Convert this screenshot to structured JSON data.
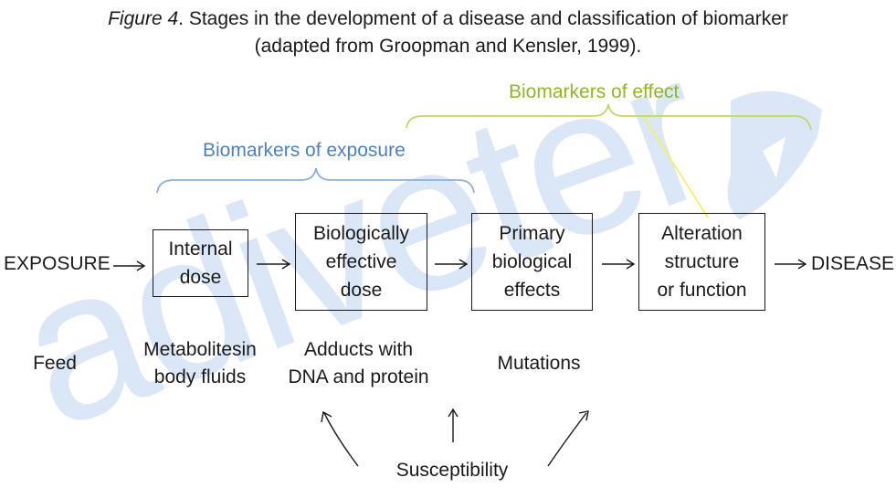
{
  "caption": {
    "figure_label": "Figure 4",
    "line1_rest": ". Stages in the development of a disease and classification of biomarker",
    "line2": "(adapted from Groopman and Kensler, 1999)."
  },
  "groups": {
    "effect_label": "Biomarkers of effect",
    "exposure_label": "Biomarkers of exposure"
  },
  "flow": {
    "start": "EXPOSURE",
    "end": "DISEASE",
    "stages": [
      "Internal\ndose",
      "Biologically\neffective\ndose",
      "Primary\nbiological\neffects",
      "Alteration\nstructure\nor function"
    ]
  },
  "items": {
    "feed": "Feed",
    "metabolites": "Metabolitesin\nbody fluids",
    "adducts": "Adducts with\nDNA and protein",
    "mutations": "Mutations",
    "susceptibility": "Susceptibility"
  },
  "watermark": {
    "text": "adiveter"
  },
  "colors": {
    "effect": "#92b42a",
    "exposure": "#4f81bd",
    "watermark": "#2f6fd6"
  }
}
